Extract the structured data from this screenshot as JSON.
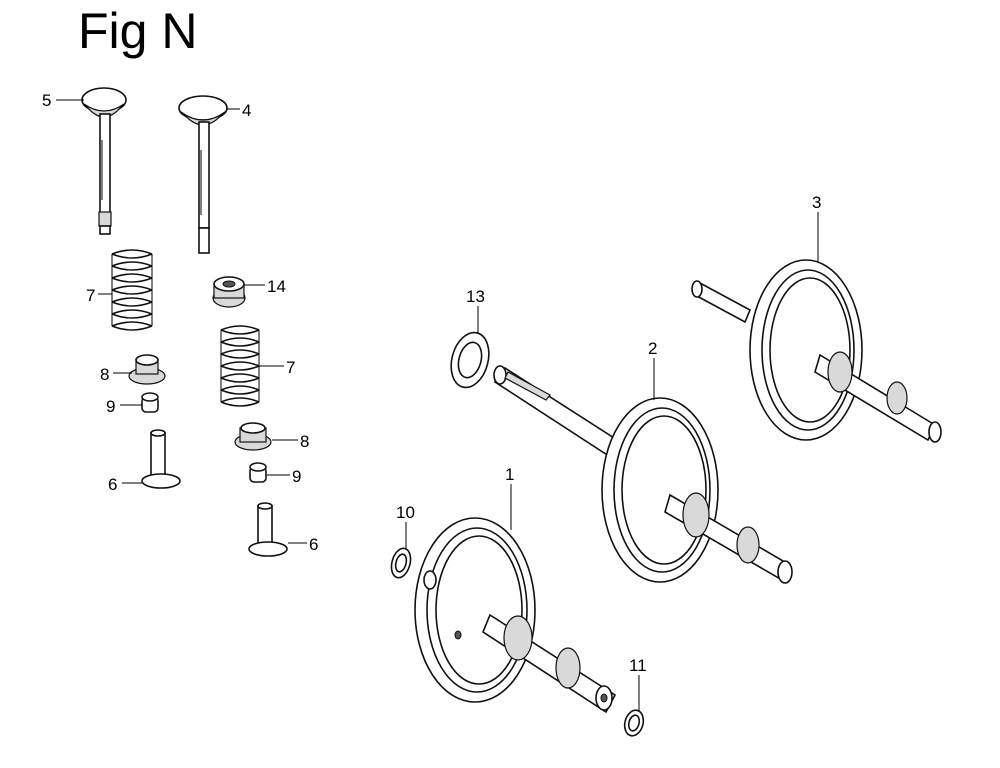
{
  "figure": {
    "title": "Fig N"
  },
  "callouts": [
    {
      "id": "c5a",
      "label": "5"
    },
    {
      "id": "c4a",
      "label": "4"
    },
    {
      "id": "c7a",
      "label": "7"
    },
    {
      "id": "c14",
      "label": "14"
    },
    {
      "id": "c8a",
      "label": "8"
    },
    {
      "id": "c7b",
      "label": "7"
    },
    {
      "id": "c9a",
      "label": "9"
    },
    {
      "id": "c8b",
      "label": "8"
    },
    {
      "id": "c6a",
      "label": "6"
    },
    {
      "id": "c9b",
      "label": "9"
    },
    {
      "id": "c6b",
      "label": "6"
    },
    {
      "id": "c3",
      "label": "3"
    },
    {
      "id": "c13",
      "label": "13"
    },
    {
      "id": "c2",
      "label": "2"
    },
    {
      "id": "c1",
      "label": "1"
    },
    {
      "id": "c10",
      "label": "10"
    },
    {
      "id": "c11",
      "label": "11"
    }
  ]
}
